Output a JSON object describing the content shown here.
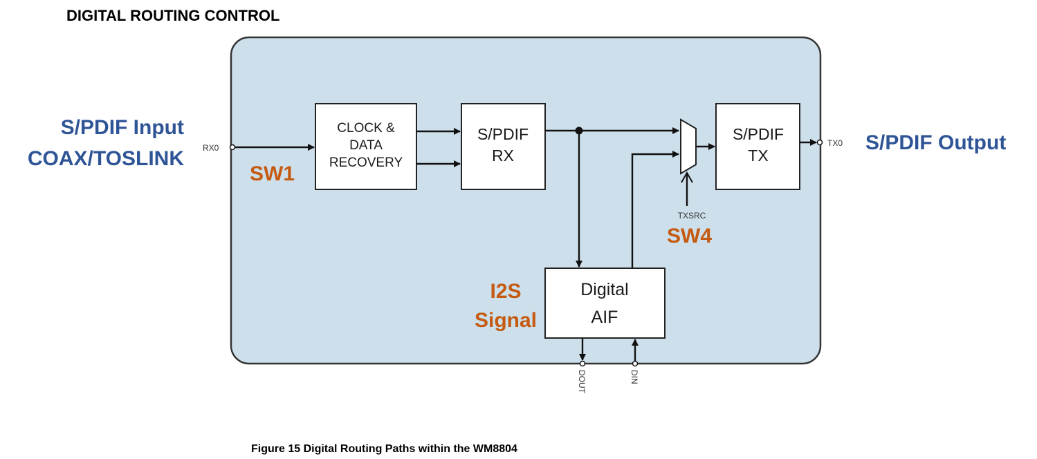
{
  "title": "DIGITAL ROUTING CONTROL",
  "caption": "Figure 15  Digital Routing Paths within the WM8804",
  "colors": {
    "panel_fill": "#cddfeb",
    "annotation_blue": "#2f5597",
    "annotation_orange": "#c55a11"
  },
  "blocks": {
    "clock_recovery": [
      "CLOCK &",
      "DATA",
      "RECOVERY"
    ],
    "spdif_rx": [
      "S/PDIF",
      "RX"
    ],
    "spdif_tx": [
      "S/PDIF",
      "TX"
    ],
    "digital_aif": [
      "Digital",
      "AIF"
    ]
  },
  "pins": {
    "rx0": "RX0",
    "tx0": "TX0",
    "dout": "DOUT",
    "din": "DIN",
    "txsrc": "TXSRC"
  },
  "annotations": {
    "input": [
      "S/PDIF Input",
      "COAX/TOSLINK"
    ],
    "output": "S/PDIF Output",
    "sw1": "SW1",
    "sw4": "SW4",
    "i2s": [
      "I2S",
      "Signal"
    ]
  }
}
